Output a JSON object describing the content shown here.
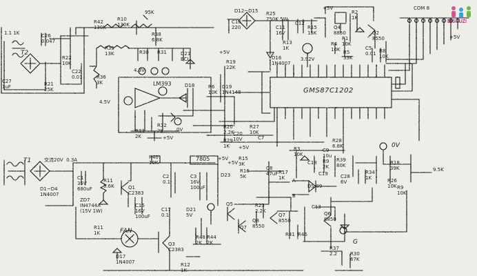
{
  "logo": {
    "text": "DISCUZ!"
  },
  "chip": {
    "label": "GMS87C1202"
  },
  "ic": {
    "comparator": "LM393",
    "regulator": "7805"
  },
  "labels": [
    {
      "key": "t2-rating",
      "text": "1.1 1K",
      "l": 6,
      "t": 44
    },
    {
      "key": "t2",
      "text": "T2",
      "l": 30,
      "t": 72,
      "big": true
    },
    {
      "key": "c27",
      "text": "C27\n1uF",
      "l": 3,
      "t": 114
    },
    {
      "key": "c26",
      "text": "C26\n0.047",
      "l": 60,
      "t": 48
    },
    {
      "key": "r22",
      "text": "R22\n10K",
      "l": 90,
      "t": 80
    },
    {
      "key": "c22",
      "text": "C22\n0.01",
      "l": 104,
      "t": 100
    },
    {
      "key": "r21",
      "text": "R21\n25K",
      "l": 64,
      "t": 118
    },
    {
      "key": "r42",
      "text": "R42\n130K",
      "l": 136,
      "t": 28
    },
    {
      "key": "r10",
      "text": "R10\n130K",
      "l": 170,
      "t": 24
    },
    {
      "key": "top-95k",
      "text": "95K",
      "l": 210,
      "t": 14
    },
    {
      "key": "r38",
      "text": "R38\n6.8K",
      "l": 220,
      "t": 46
    },
    {
      "key": "r35",
      "text": "R35\n13K",
      "l": 152,
      "t": 66
    },
    {
      "key": "r36",
      "text": "R36\n3K",
      "l": 140,
      "t": 108
    },
    {
      "key": "r30",
      "text": "R30",
      "l": 202,
      "t": 72
    },
    {
      "key": "r31",
      "text": "R31",
      "l": 228,
      "t": 72
    },
    {
      "key": "d21",
      "text": "D21\nBCL",
      "l": 262,
      "t": 74
    },
    {
      "key": "r19",
      "text": "R19\n22K",
      "l": 328,
      "t": 86
    },
    {
      "key": "plus5v-a",
      "text": "+5V",
      "l": 318,
      "t": 72
    },
    {
      "key": "d12-d15",
      "text": "D12~D15",
      "l": 340,
      "t": 12
    },
    {
      "key": "c10",
      "text": "C10\n220",
      "l": 336,
      "t": 28
    },
    {
      "key": "r25",
      "text": "R25\n750K 5W",
      "l": 386,
      "t": 16
    },
    {
      "key": "c11",
      "text": "C11\n16V",
      "l": 400,
      "t": 36
    },
    {
      "key": "r13",
      "text": "R13\n1K",
      "l": 410,
      "t": 58
    },
    {
      "key": "c12",
      "text": "C12",
      "l": 428,
      "t": 30
    },
    {
      "key": "r15",
      "text": "R15\n15K",
      "l": 446,
      "t": 36
    },
    {
      "key": "d16",
      "text": "D16\n1N4007",
      "l": 394,
      "t": 80
    },
    {
      "key": "v392",
      "text": "3.92V",
      "l": 436,
      "t": 82
    },
    {
      "key": "plus5v-b",
      "text": "+5V",
      "l": 468,
      "t": 8
    },
    {
      "key": "r4",
      "text": "R4\n10K",
      "l": 480,
      "t": 60
    },
    {
      "key": "q4",
      "text": "Q4\n8850",
      "l": 484,
      "t": 36
    },
    {
      "key": "r1",
      "text": "R1\n10K",
      "l": 496,
      "t": 52
    },
    {
      "key": "r2",
      "text": "R2\n1K",
      "l": 510,
      "t": 14
    },
    {
      "key": "r5",
      "text": "R5\n33K",
      "l": 498,
      "t": 72
    },
    {
      "key": "q2",
      "text": "Q2\n8550",
      "l": 540,
      "t": 44
    },
    {
      "key": "c5",
      "text": "C5\n0.01",
      "l": 530,
      "t": 66
    },
    {
      "key": "r8",
      "text": "R8\n10K",
      "l": 550,
      "t": 70
    },
    {
      "key": "com8",
      "text": "COM 8",
      "l": 600,
      "t": 8
    },
    {
      "key": "plus5v-c",
      "text": "+5V",
      "l": 652,
      "t": 50
    },
    {
      "key": "r6",
      "text": "R6\n10K",
      "l": 302,
      "t": 122
    },
    {
      "key": "d19",
      "text": "D19\n1N4148",
      "l": 322,
      "t": 122
    },
    {
      "key": "v43",
      "text": "4.3V",
      "l": 194,
      "t": 98
    },
    {
      "key": "v45",
      "text": "4.5V",
      "l": 144,
      "t": 144
    },
    {
      "key": "d18",
      "text": "D18",
      "l": 268,
      "t": 120
    },
    {
      "key": "r33",
      "text": "R33\n2K",
      "l": 196,
      "t": 186
    },
    {
      "key": "r32",
      "text": "R32\n2K",
      "l": 228,
      "t": 178
    },
    {
      "key": "r40",
      "text": "R40\n10K",
      "l": 216,
      "t": 224
    },
    {
      "key": "plus5v-d",
      "text": "+5V",
      "l": 236,
      "t": 196
    },
    {
      "key": "ov-a",
      "text": "0V",
      "l": 256,
      "t": 184
    },
    {
      "key": "c20",
      "text": "C20\n10V",
      "l": 338,
      "t": 190
    },
    {
      "key": "c7",
      "text": "C7",
      "l": 374,
      "t": 196
    },
    {
      "key": "r20",
      "text": "R20\n2.2K",
      "l": 324,
      "t": 180
    },
    {
      "key": "r29",
      "text": "R29\n1K",
      "l": 324,
      "t": 200
    },
    {
      "key": "r27",
      "text": "R27\n10K",
      "l": 362,
      "t": 180
    },
    {
      "key": "plus5v-e",
      "text": "+5V",
      "l": 346,
      "t": 210
    },
    {
      "key": "r15b",
      "text": "R15\n3K",
      "l": 346,
      "t": 226
    },
    {
      "key": "r16",
      "text": "R16\n5K",
      "l": 348,
      "t": 244
    },
    {
      "key": "plus5v-f",
      "text": "+5V",
      "l": 316,
      "t": 226
    },
    {
      "key": "d23",
      "text": "D23",
      "l": 320,
      "t": 250
    },
    {
      "key": "c8",
      "text": "C8\n47uF",
      "l": 386,
      "t": 240
    },
    {
      "key": "r17",
      "text": "R17\n1K",
      "l": 404,
      "t": 246
    },
    {
      "key": "r3",
      "text": "R3\n10K",
      "l": 426,
      "t": 212
    },
    {
      "key": "c18",
      "text": "C18",
      "l": 446,
      "t": 232
    },
    {
      "key": "c9",
      "text": "C9\n10u",
      "l": 468,
      "t": 214
    },
    {
      "key": "r9",
      "text": "R9\n2K",
      "l": 468,
      "t": 230
    },
    {
      "key": "r39",
      "text": "R39\n80K",
      "l": 488,
      "t": 228
    },
    {
      "key": "r28",
      "text": "R28\n6.8K",
      "l": 482,
      "t": 200
    },
    {
      "key": "c19",
      "text": "C19",
      "l": 462,
      "t": 248
    },
    {
      "key": "c28",
      "text": "C28\n6V",
      "l": 494,
      "t": 252
    },
    {
      "key": "r34",
      "text": "R34\n1K",
      "l": 530,
      "t": 246
    },
    {
      "key": "ov-b",
      "text": "0V",
      "l": 568,
      "t": 206,
      "big": true
    },
    {
      "key": "r18",
      "text": "R18\n39K",
      "l": 566,
      "t": 232
    },
    {
      "key": "v9-5k",
      "text": "9.5K",
      "l": 628,
      "t": 242
    },
    {
      "key": "r26",
      "text": "R26\n10K",
      "l": 562,
      "t": 258
    },
    {
      "key": "r9b",
      "text": "R9\n10K",
      "l": 576,
      "t": 268
    },
    {
      "key": "ds-09",
      "text": "DS-09",
      "l": 446,
      "t": 266
    },
    {
      "key": "ta",
      "text": "A",
      "l": 424,
      "t": 258
    },
    {
      "key": "tb",
      "text": "B",
      "l": 424,
      "t": 280
    },
    {
      "key": "t1",
      "text": "T1",
      "l": 34,
      "t": 228,
      "big": true
    },
    {
      "key": "t1-rating",
      "text": "交流20V  0.3A",
      "l": 64,
      "t": 228
    },
    {
      "key": "c1",
      "text": "C1\n35V\n680uF",
      "l": 112,
      "t": 254
    },
    {
      "key": "d1-d4",
      "text": "D1~D4\n1N4007",
      "l": 58,
      "t": 270
    },
    {
      "key": "r11",
      "text": "R11\n5.6K",
      "l": 150,
      "t": 258
    },
    {
      "key": "q1",
      "text": "Q1\nC2383",
      "l": 186,
      "t": 268
    },
    {
      "key": "zd7",
      "text": "ZD7\nIN4744A\n(15V 1W)",
      "l": 116,
      "t": 286
    },
    {
      "key": "c15",
      "text": "C15\n16V\n100uF",
      "l": 196,
      "t": 294
    },
    {
      "key": "c17",
      "text": "C17\n0.1",
      "l": 234,
      "t": 300
    },
    {
      "key": "c3",
      "text": "C3\n16V\n100uF",
      "l": 276,
      "t": 252
    },
    {
      "key": "c2",
      "text": "C2\n0.1",
      "l": 236,
      "t": 252
    },
    {
      "key": "r11b",
      "text": "R11\n1K",
      "l": 136,
      "t": 326
    },
    {
      "key": "fan",
      "text": "FAN",
      "l": 174,
      "t": 330,
      "big": true
    },
    {
      "key": "d17",
      "text": "D17\n1N4007",
      "l": 168,
      "t": 368
    },
    {
      "key": "q3",
      "text": "Q3\nC2383",
      "l": 244,
      "t": 350
    },
    {
      "key": "r12",
      "text": "R12\n1K",
      "l": 262,
      "t": 380
    },
    {
      "key": "d21b",
      "text": "D21\n5V",
      "l": 270,
      "t": 300
    },
    {
      "key": "r48",
      "text": "R48\n2K",
      "l": 284,
      "t": 340
    },
    {
      "key": "r44",
      "text": "R44\n2K",
      "l": 300,
      "t": 340
    },
    {
      "key": "q5",
      "text": "Q5",
      "l": 328,
      "t": 292
    },
    {
      "key": "q7a",
      "text": "Q7",
      "l": 348,
      "t": 326
    },
    {
      "key": "r23",
      "text": "R23\n2.2K",
      "l": 370,
      "t": 294
    },
    {
      "key": "q8",
      "text": "Q8\n8550",
      "l": 366,
      "t": 316
    },
    {
      "key": "q7b",
      "text": "Q7\n8550",
      "l": 404,
      "t": 308
    },
    {
      "key": "r41",
      "text": "R41",
      "l": 414,
      "t": 336
    },
    {
      "key": "r46",
      "text": "R46",
      "l": 432,
      "t": 336
    },
    {
      "key": "q6",
      "text": "Q6\n8850",
      "l": 470,
      "t": 306
    },
    {
      "key": "c13",
      "text": "C13",
      "l": 452,
      "t": 296
    },
    {
      "key": "r37",
      "text": "R37\n2.2",
      "l": 478,
      "t": 356
    },
    {
      "key": "r30b",
      "text": "R30\n67K",
      "l": 508,
      "t": 364
    },
    {
      "key": "term-g",
      "text": "G",
      "l": 512,
      "t": 346,
      "big": true
    },
    {
      "key": "plus5v-g",
      "text": "+5V",
      "l": 330,
      "t": 232
    }
  ]
}
